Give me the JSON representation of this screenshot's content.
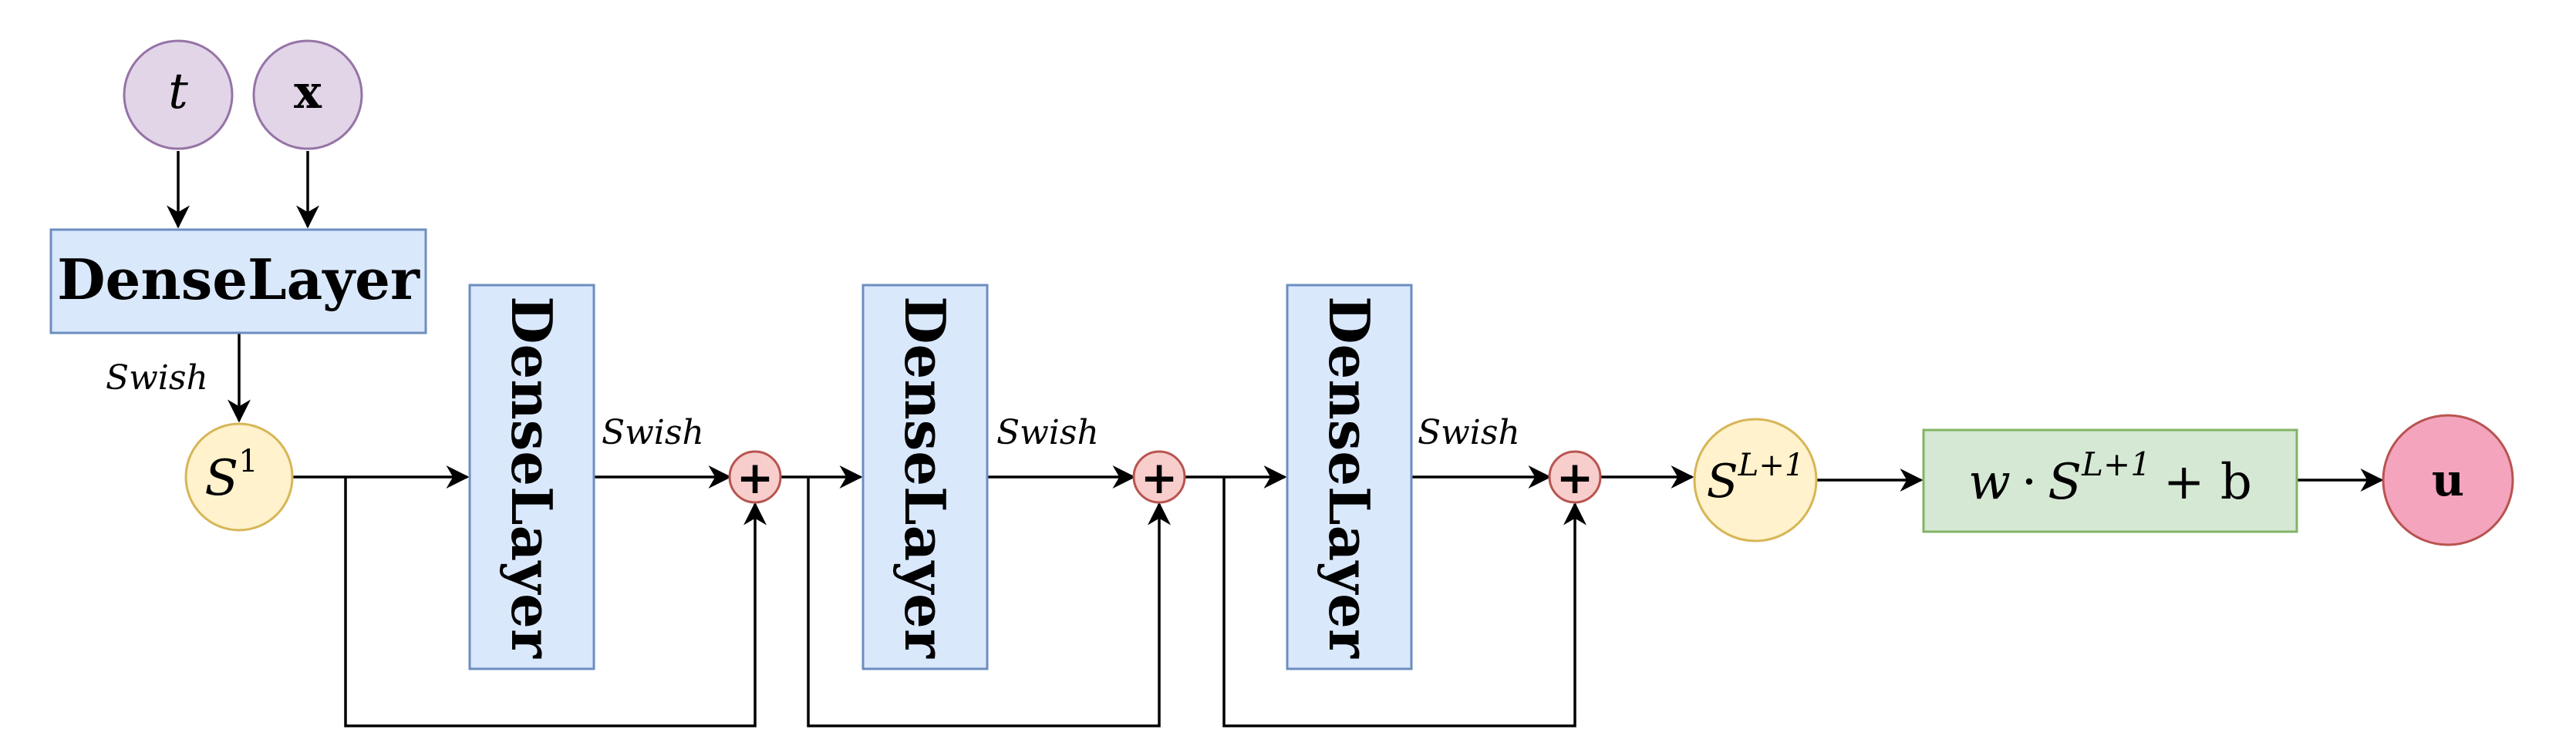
{
  "inputs": {
    "t": "t",
    "x": "x"
  },
  "dense_layer_label": "DenseLayer",
  "activation_label": "Swish",
  "state_first": {
    "base": "S",
    "sup": "1"
  },
  "state_last": {
    "base": "S",
    "sup": "L+1"
  },
  "output_expr": {
    "w": "w",
    "dot": "·",
    "S": "S",
    "sup": "L+1",
    "rest": "+ b"
  },
  "output": "u",
  "plus_symbol": "+",
  "colors": {
    "input_fill": "#e1d5e7",
    "input_stroke": "#9673a6",
    "dense_fill": "#dae8fc",
    "dense_stroke": "#6c8ebf",
    "state_fill": "#fff2cc",
    "state_stroke": "#d6b656",
    "sum_fill": "#f8cecc",
    "sum_stroke": "#b85450",
    "affine_fill": "#d5e8d4",
    "affine_stroke": "#82b366",
    "output_fill": "#f4a4bd",
    "output_stroke": "#b85450"
  }
}
